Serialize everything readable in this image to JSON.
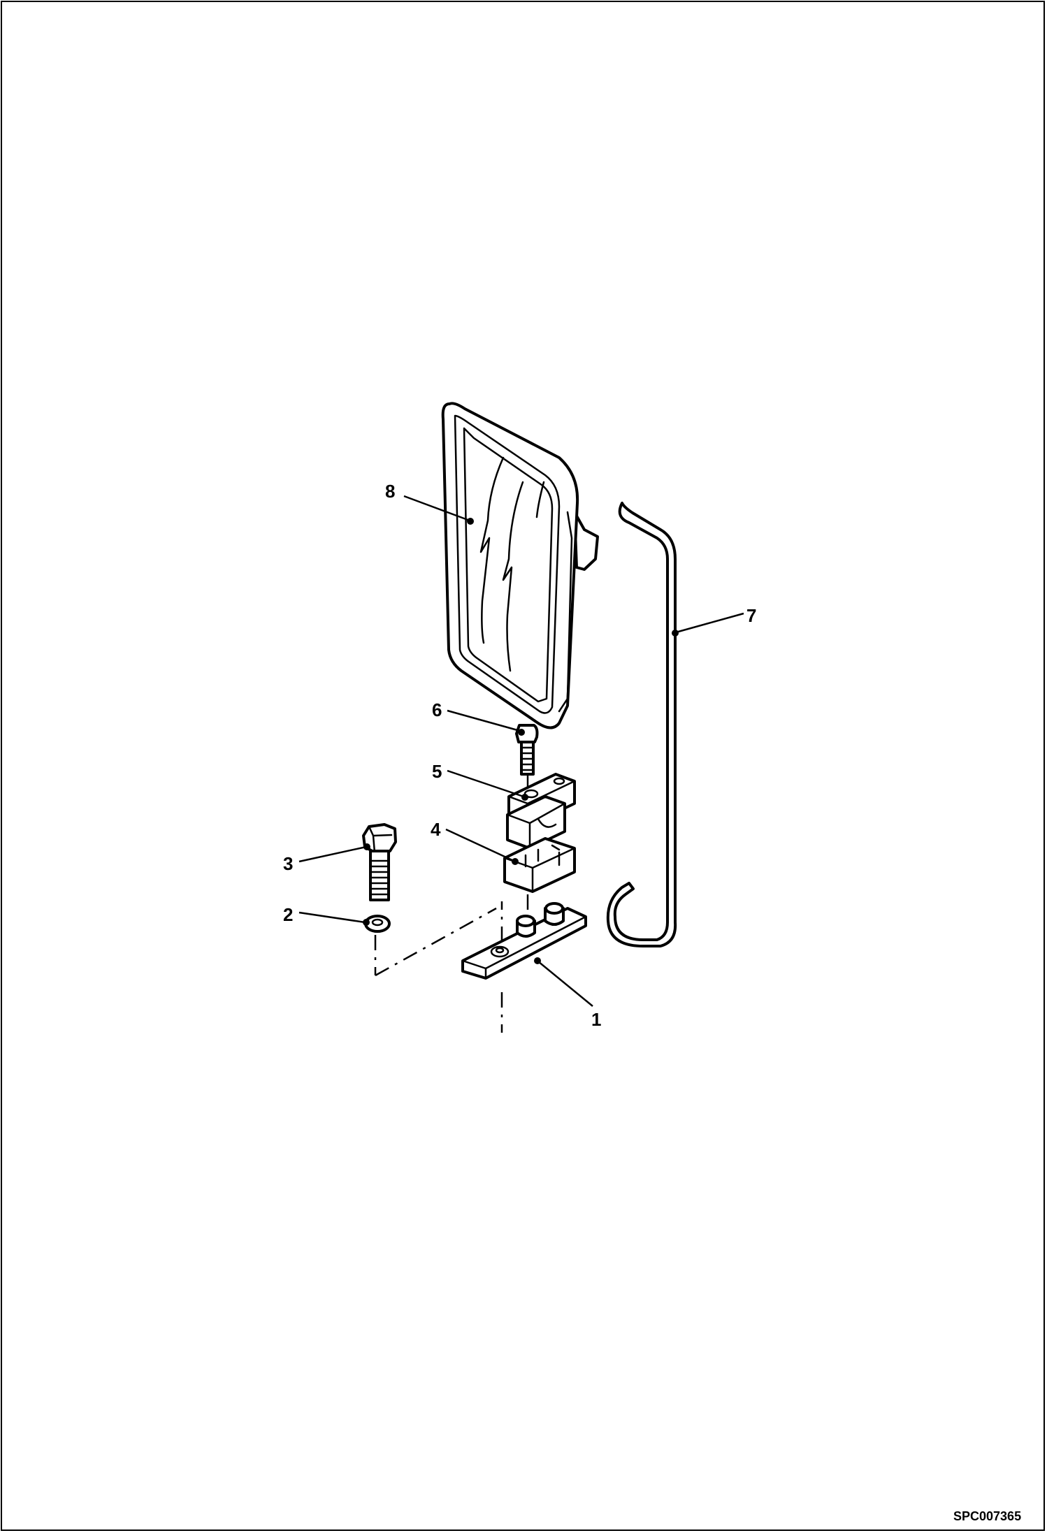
{
  "diagram": {
    "callouts": [
      "1",
      "2",
      "3",
      "4",
      "5",
      "6",
      "7",
      "8"
    ],
    "reference_code": "SPC007365"
  }
}
